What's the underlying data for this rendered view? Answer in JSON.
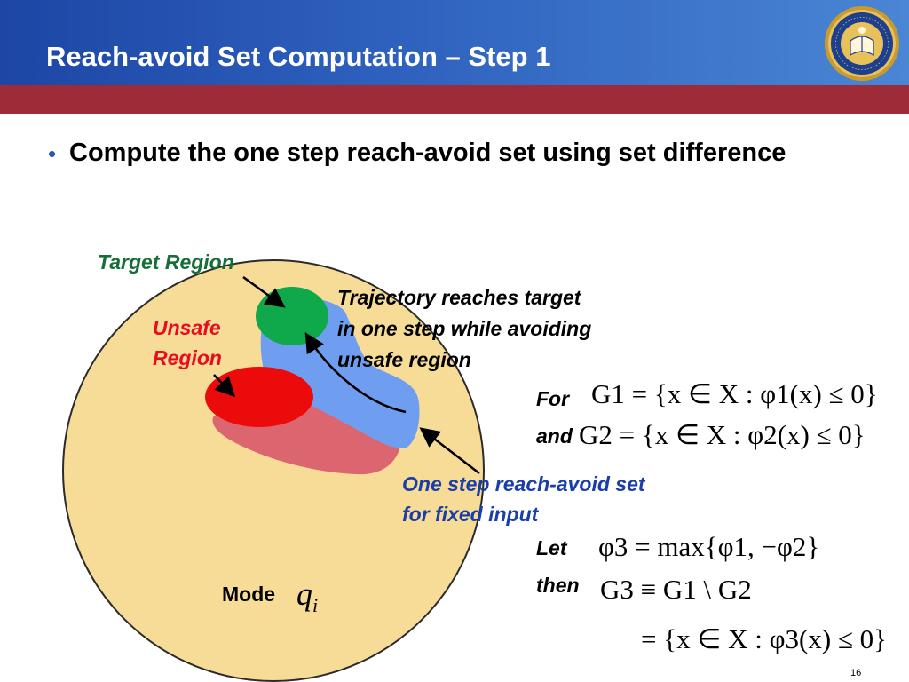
{
  "slide": {
    "title": "Reach-avoid Set Computation – Step 1",
    "bullet": "Compute the one step reach-avoid set using set difference",
    "page_number": "16"
  },
  "seal": {
    "text": "THE UNIVERSITY OF CALIFORNIA 1868"
  },
  "diagram": {
    "target_label": "Target Region",
    "unsafe_label_line1": "Unsafe",
    "unsafe_label_line2": "Region",
    "trajectory_line1": "Trajectory reaches target",
    "trajectory_line2": "in one step while avoiding",
    "trajectory_line3": "unsafe region",
    "reach_avoid_line1": "One step reach-avoid set",
    "reach_avoid_line2": "for fixed input",
    "mode_label": "Mode",
    "mode_symbol": "q",
    "mode_subscript": "i"
  },
  "equations": {
    "for_label": "For",
    "and_label": "and",
    "let_label": "Let",
    "then_label": "then",
    "eq1": "G1 = {x ∈ X : φ1(x) ≤ 0}",
    "eq2": "G2 = {x ∈ X : φ2(x) ≤ 0}",
    "eq3": "φ3 = max{φ1, −φ2}",
    "eq4": "G3 ≡ G1 \\ G2",
    "eq5": "= {x ∈ X : φ3(x) ≤ 0}"
  },
  "colors": {
    "header_blue": "#2a55b5",
    "header_red": "#9e2b38",
    "mode_region": "#f7dc98",
    "reach_avoid_set": "#6f9ef0",
    "target": "#0fa84a",
    "unsafe": "#ec0b0b",
    "unsafe_shadow": "#dc6670",
    "target_label_color": "#166e36",
    "unsafe_label_color": "#e80c1e",
    "reach_avoid_label_color": "#1a3ea8"
  }
}
